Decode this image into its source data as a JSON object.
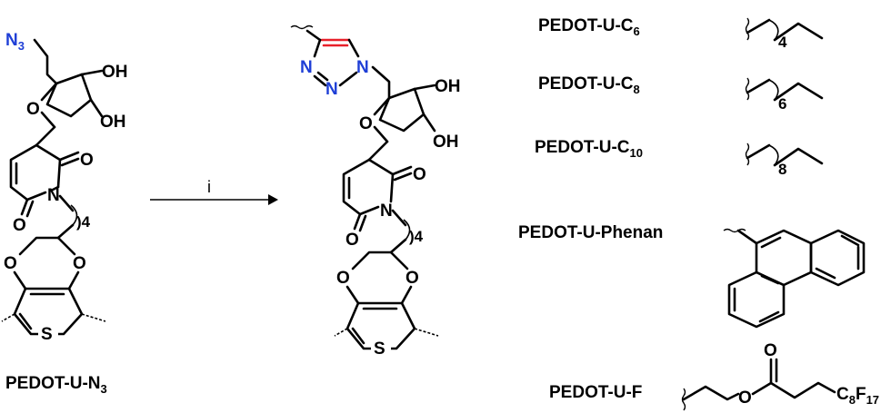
{
  "starting_material": {
    "azide": "N",
    "azide_sub": "3",
    "oh_top": "OH",
    "oh_bottom": "OH",
    "ring_o": "O",
    "carbonyl_top": "O",
    "carbonyl_bottom": "O",
    "imide_n": "N",
    "chain_count": ")4",
    "dioxane_o_left": "O",
    "dioxane_o_right": "O",
    "thiophene_s": "S",
    "label_main": "PEDOT-U-N",
    "label_sub": "3"
  },
  "reaction": {
    "reagent": "i"
  },
  "product": {
    "triazole_n1": "N",
    "triazole_n2": "N",
    "triazole_n3": "N",
    "oh_top": "OH",
    "oh_bottom": "OH",
    "ring_o": "O",
    "carbonyl_top": "O",
    "carbonyl_bottom": "O",
    "imide_n": "N",
    "chain_count": ")4",
    "dioxane_o_left": "O",
    "dioxane_o_right": "O",
    "thiophene_s": "S"
  },
  "substituents": [
    {
      "label_main": "PEDOT-U-C",
      "label_sub": "6",
      "chain_count": "4"
    },
    {
      "label_main": "PEDOT-U-C",
      "label_sub": "8",
      "chain_count": "6"
    },
    {
      "label_main": "PEDOT-U-C",
      "label_sub": "10",
      "chain_count": "8"
    },
    {
      "label_main": "PEDOT-U-Phenan"
    },
    {
      "label_main": "PEDOT-U-F",
      "ester_o1": "O",
      "ester_o2": "O",
      "fluoro_main": "C",
      "fluoro_sub1": "8",
      "fluoro_mid": "F",
      "fluoro_sub2": "17"
    }
  ],
  "colors": {
    "azide": "#1f3fd6",
    "triazole_n": "#1f3fd6",
    "triazole_bond": "#e8202a",
    "ink": "#000000"
  }
}
